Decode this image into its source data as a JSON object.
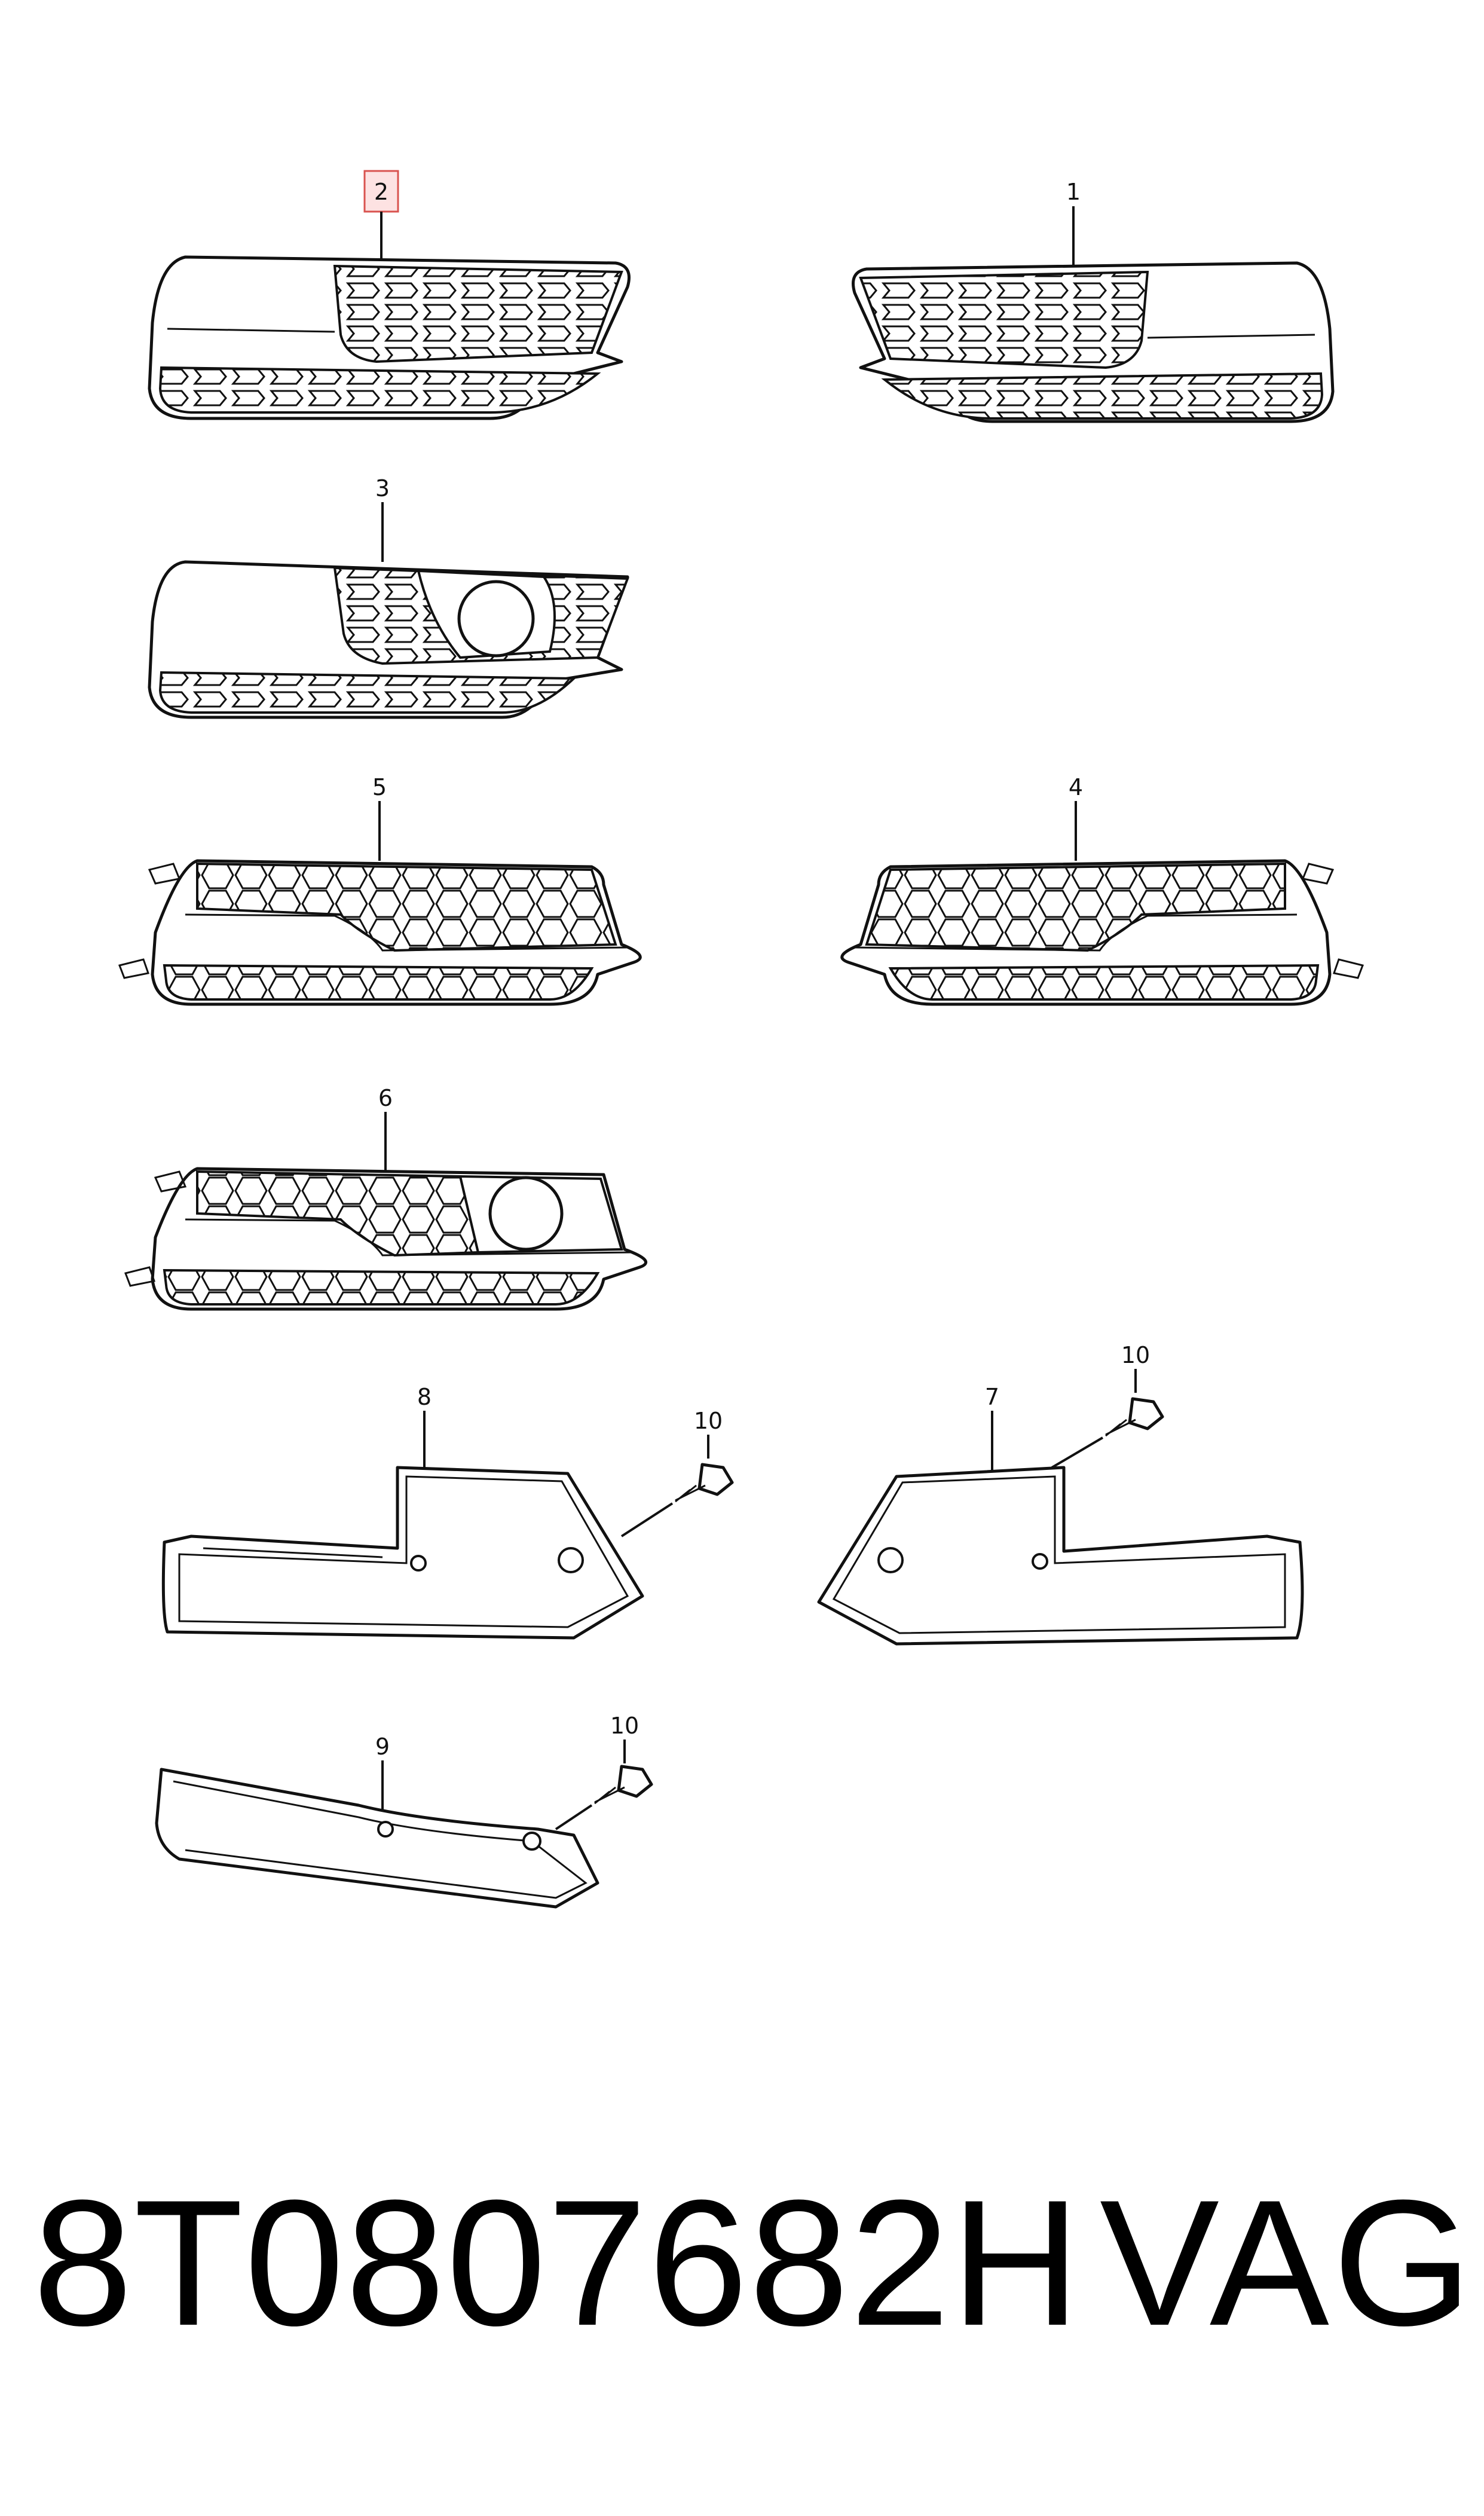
{
  "callouts": {
    "c1": "1",
    "c2": "2",
    "c3": "3",
    "c4": "4",
    "c5": "5",
    "c6": "6",
    "c7": "7",
    "c8": "8",
    "c9": "9",
    "c10a": "10",
    "c10b": "10",
    "c10c": "10"
  },
  "highlighted_callout": "2",
  "footer": {
    "part_number": "8T0807682H",
    "brand": "VAG"
  },
  "colors": {
    "line": "#111111",
    "highlight_fill": "#fde2e2",
    "highlight_stroke": "#d9534f"
  }
}
